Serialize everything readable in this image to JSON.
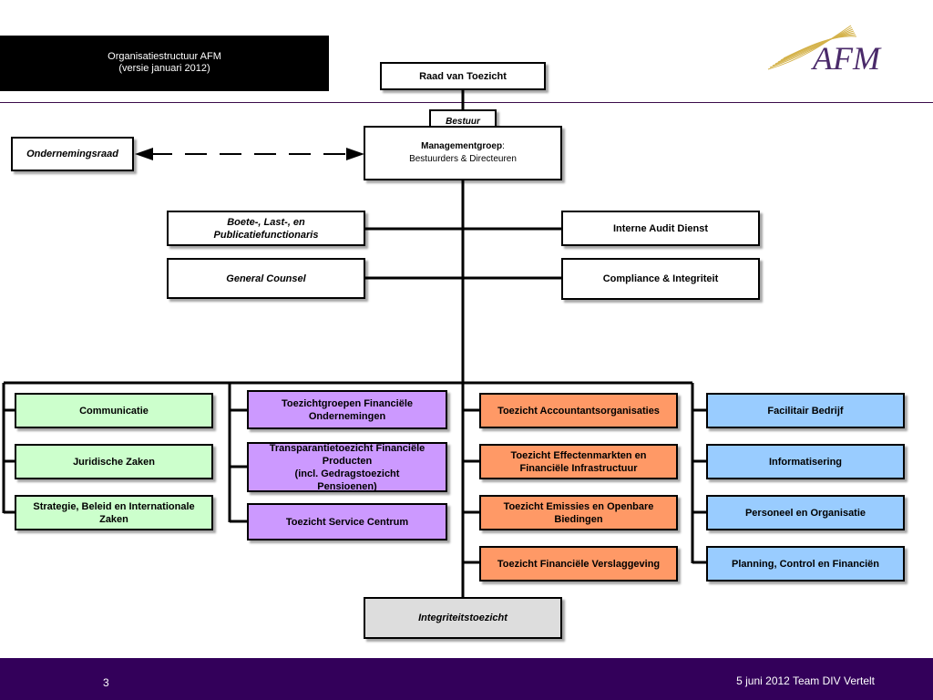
{
  "header": {
    "title_line1": "Organisatiestructuur AFM",
    "title_line2": "(versie januari 2012)"
  },
  "logo": {
    "text": "AFM",
    "color": "#4a2a6a",
    "accent": "#c8a020"
  },
  "top": {
    "raad": "Raad van Toezicht",
    "bestuur": "Bestuur",
    "management_title": "Managementgroep",
    "management_sep": ":",
    "management_sub": "Bestuurders & Directeuren",
    "or": "Ondernemingsraad"
  },
  "staff": {
    "boete_line1": "Boete-, Last-, en",
    "boete_line2": "Publicatiefunctionaris",
    "counsel": "General Counsel",
    "audit": "Interne Audit Dienst",
    "compliance": "Compliance & Integriteit"
  },
  "columns": {
    "green": [
      "Communicatie",
      "Juridische Zaken",
      "Strategie, Beleid en Internationale Zaken"
    ],
    "purple": [
      "Toezichtgroepen Financiële Ondernemingen",
      "Transparantietoezicht Financiële Producten",
      "(incl. Gedragstoezicht Pensioenen)",
      "Toezicht Service Centrum"
    ],
    "orange": [
      "Toezicht Accountantsorganisaties",
      "Toezicht Effectenmarkten en Financiële Infrastructuur",
      "Toezicht Emissies en Openbare Biedingen",
      "Toezicht Financiële Verslaggeving"
    ],
    "blue": [
      "Facilitair Bedrijf",
      "Informatisering",
      "Personeel en Organisatie",
      "Planning, Control en Financiën"
    ]
  },
  "bottom": {
    "integriteit": "Integriteitstoezicht"
  },
  "colors": {
    "green": "#ccffcc",
    "purple": "#cc99ff",
    "orange": "#ff9966",
    "blue": "#99ccff",
    "grey": "#dddddd",
    "footer": "#33005a"
  },
  "footer": {
    "page_number": "3",
    "date_text": "5 juni 2012 Team DIV Vertelt"
  }
}
